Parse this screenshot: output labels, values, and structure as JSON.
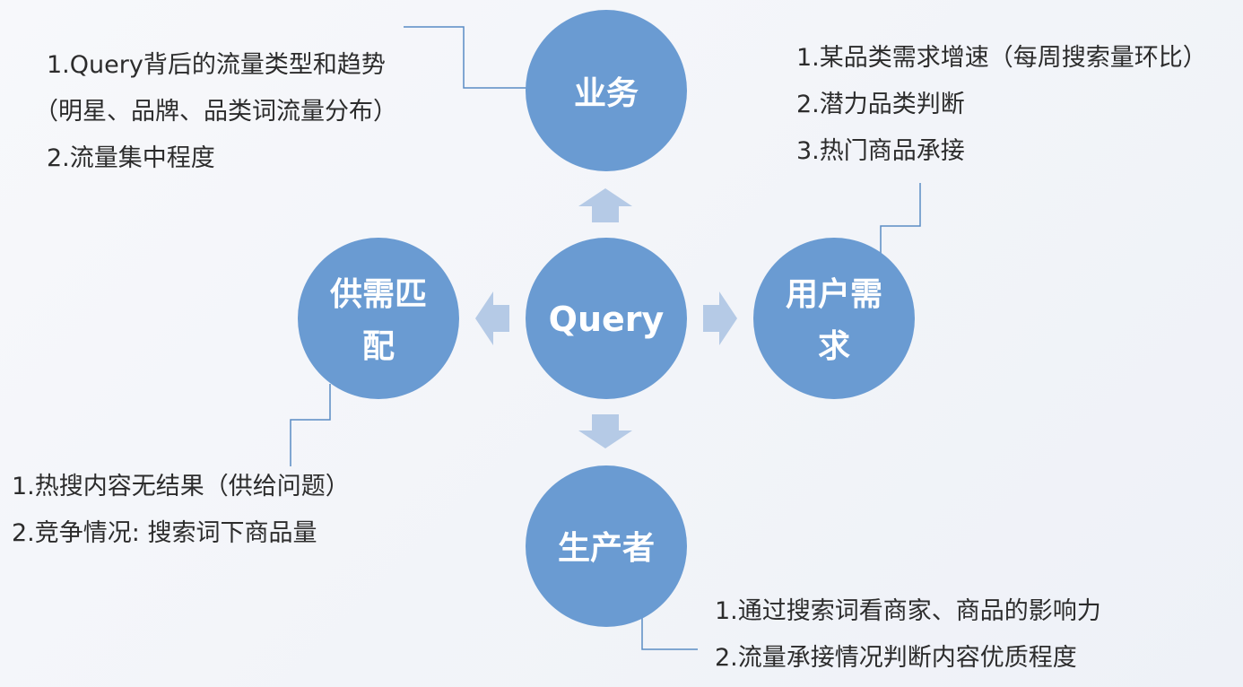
{
  "nodes": {
    "center": "Query",
    "top": "业务",
    "right_line1": "用户需",
    "right_line2": "求",
    "bottom": "生产者",
    "left_line1": "供需匹",
    "left_line2": "配"
  },
  "notes": {
    "top_left": [
      "1.Query背后的流量类型和趋势",
      "（明星、品牌、品类词流量分布）",
      "2.流量集中程度"
    ],
    "top_right": [
      "1.某品类需求增速（每周搜索量环比）",
      "2.潜力品类判断",
      "3.热门商品承接"
    ],
    "bottom_left": [
      "1.热搜内容无结果（供给问题）",
      "2.竞争情况: 搜索词下商品量"
    ],
    "bottom_right": [
      "1.通过搜索词看商家、商品的影响力",
      "2.流量承接情况判断内容优质程度"
    ]
  },
  "colors": {
    "circle_fill": "#6a9bd2",
    "arrow_fill": "#b5cae6",
    "connector": "#5a8cc4",
    "note_text": "#2c2c2c",
    "node_text": "#ffffff"
  }
}
